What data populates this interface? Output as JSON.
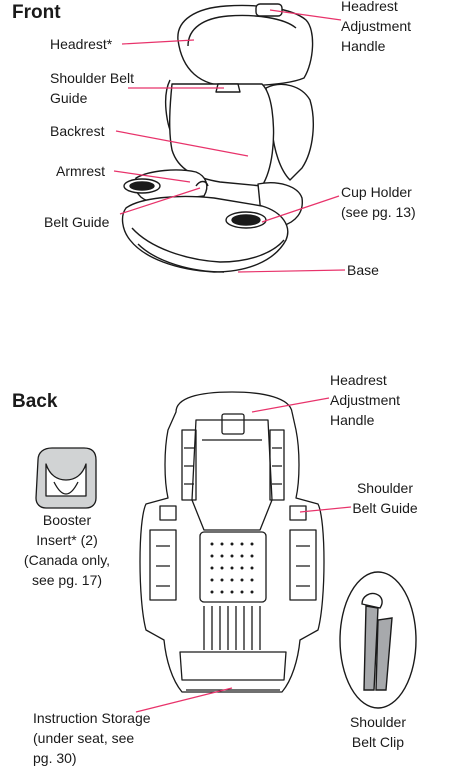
{
  "front": {
    "heading": "Front",
    "labels": {
      "headrest": "Headrest*",
      "headrest_adjustment_1": "Headrest",
      "headrest_adjustment_2": "Adjustment",
      "headrest_adjustment_3": "Handle",
      "shoulder_belt_guide_1": "Shoulder Belt",
      "shoulder_belt_guide_2": "Guide",
      "backrest": "Backrest",
      "armrest": "Armrest",
      "belt_guide": "Belt Guide",
      "cup_holder_1": "Cup Holder",
      "cup_holder_2": "(see pg. 13)",
      "base": "Base"
    }
  },
  "back": {
    "heading": "Back",
    "labels": {
      "headrest_adjustment_1": "Headrest",
      "headrest_adjustment_2": "Adjustment",
      "headrest_adjustment_3": "Handle",
      "booster_insert_1": "Booster",
      "booster_insert_2": "Insert* (2)",
      "booster_insert_3": "(Canada only,",
      "booster_insert_4": "see pg. 17)",
      "shoulder_belt_guide_1": "Shoulder",
      "shoulder_belt_guide_2": "Belt Guide",
      "instruction_storage_1": "Instruction Storage",
      "instruction_storage_2": "(under seat, see",
      "instruction_storage_3": "pg. 30)",
      "shoulder_belt_clip_1": "Shoulder",
      "shoulder_belt_clip_2": "Belt Clip"
    }
  },
  "colors": {
    "leader_line": "#e8336b",
    "outline": "#1a1a1a",
    "clip_fill": "#a7a9ac",
    "insert_fill": "#d1d3d4"
  }
}
